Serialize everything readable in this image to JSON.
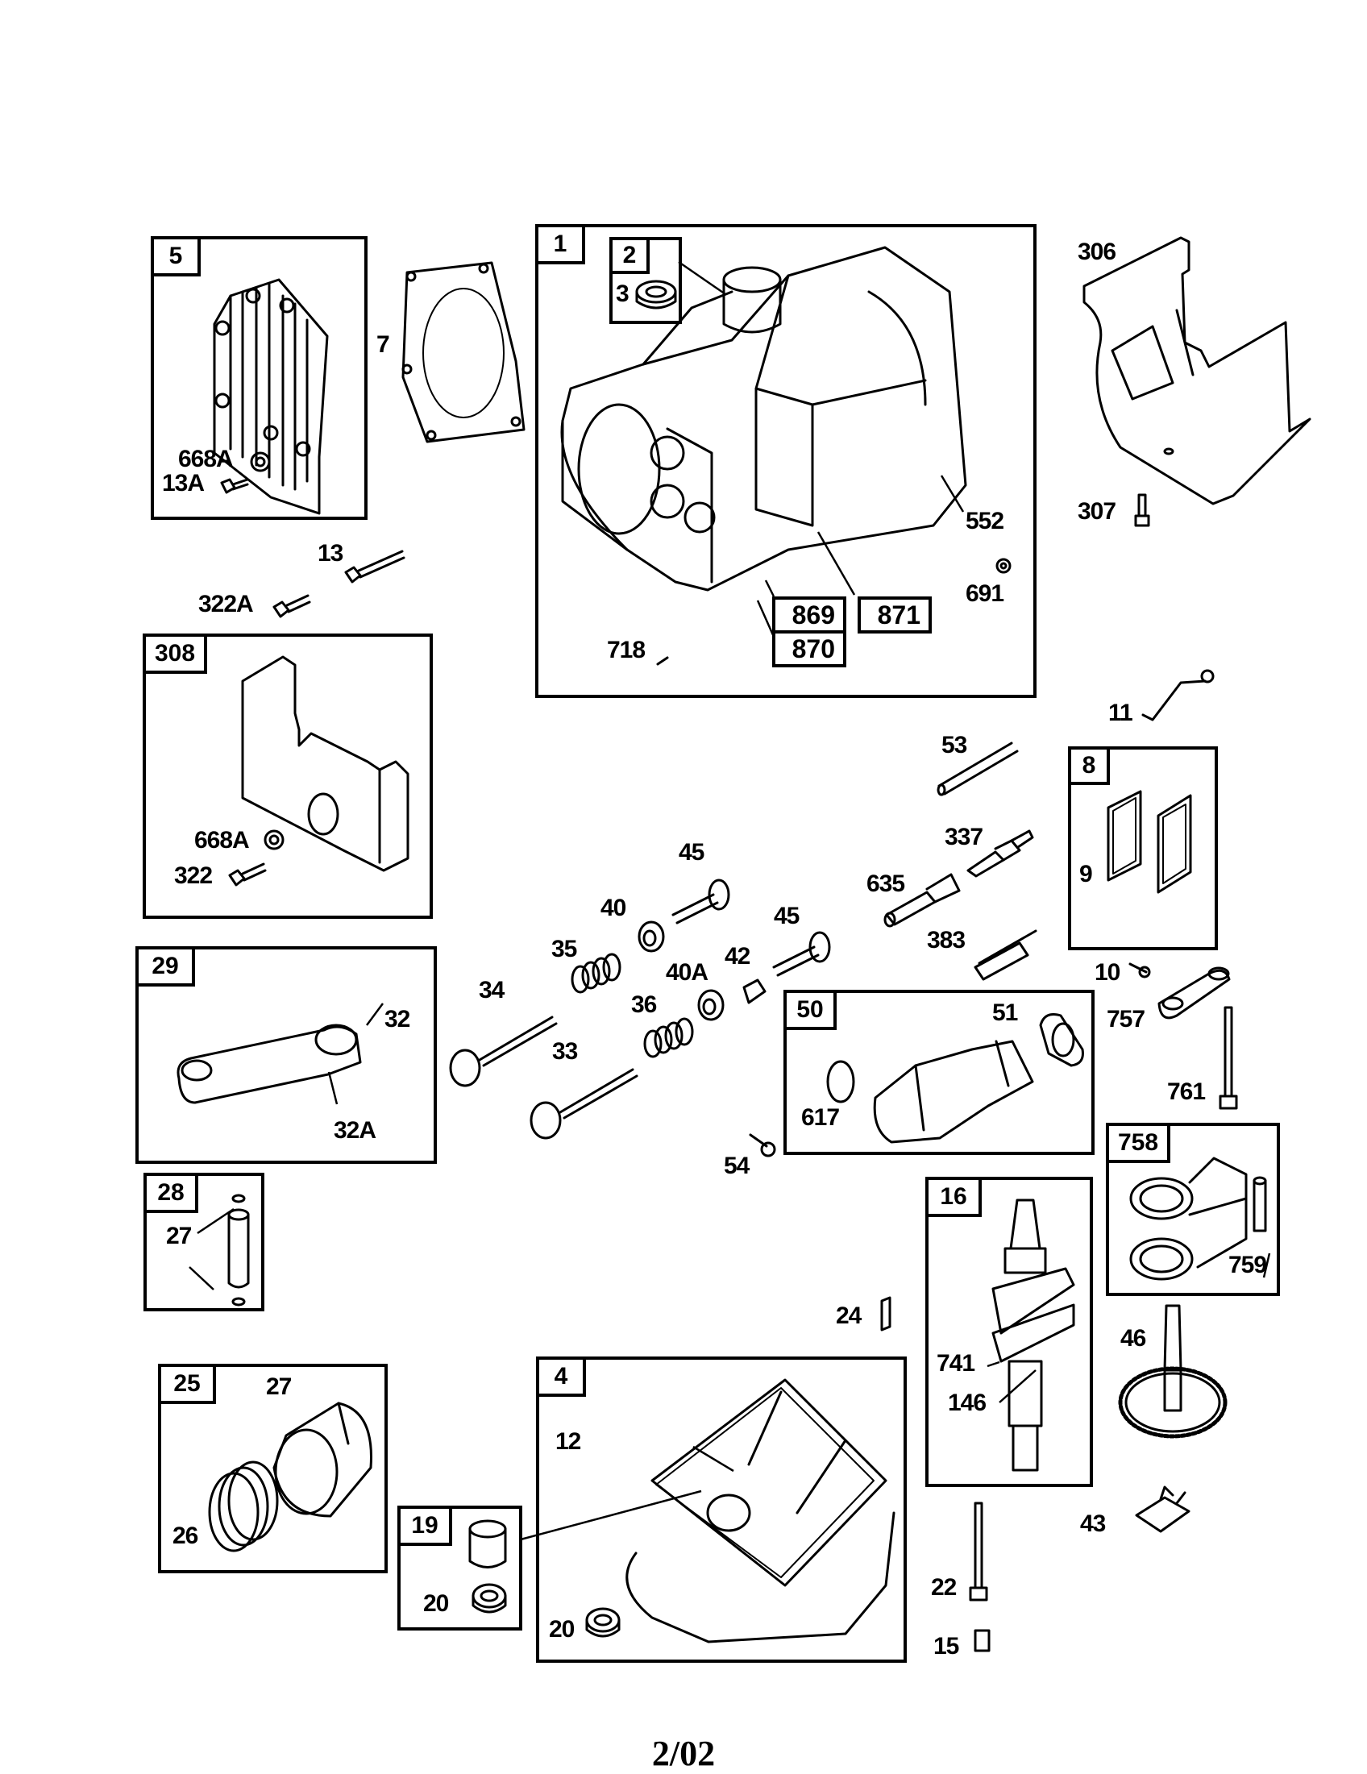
{
  "diagram": {
    "type": "exploded parts diagram",
    "footer": "2/02",
    "groups": [
      {
        "id": "5",
        "parts": [
          "668A",
          "13A"
        ]
      },
      {
        "id": "1",
        "parts": [
          "2",
          "3",
          "552",
          "691",
          "718",
          "869",
          "870",
          "871"
        ]
      },
      {
        "id": "2",
        "parts": [
          "3"
        ]
      },
      {
        "id": "308",
        "parts": [
          "668A",
          "322"
        ]
      },
      {
        "id": "29",
        "parts": [
          "32",
          "32A"
        ]
      },
      {
        "id": "28",
        "parts": [
          "27"
        ]
      },
      {
        "id": "8",
        "parts": [
          "9"
        ]
      },
      {
        "id": "50",
        "parts": [
          "51",
          "617"
        ]
      },
      {
        "id": "758",
        "parts": [
          "759"
        ]
      },
      {
        "id": "16",
        "parts": [
          "741",
          "146"
        ]
      },
      {
        "id": "25",
        "parts": [
          "27",
          "26"
        ]
      },
      {
        "id": "19",
        "parts": [
          "20"
        ]
      },
      {
        "id": "4",
        "parts": [
          "12",
          "20"
        ]
      }
    ],
    "labels": {
      "g5": "5",
      "p668A_a": "668A",
      "p13A": "13A",
      "p7": "7",
      "g1": "1",
      "g2": "2",
      "p3": "3",
      "p552": "552",
      "p691": "691",
      "p718": "718",
      "p869": "869",
      "p870": "870",
      "p871": "871",
      "p306": "306",
      "p307": "307",
      "p13": "13",
      "p322A": "322A",
      "g308": "308",
      "p668A_b": "668A",
      "p322": "322",
      "p11": "11",
      "p53": "53",
      "p337": "337",
      "p635": "635",
      "p383": "383",
      "g8": "8",
      "p9": "9",
      "p10": "10",
      "p757": "757",
      "p761": "761",
      "p45a": "45",
      "p45b": "45",
      "p40": "40",
      "p35": "35",
      "p42": "42",
      "p40A": "40A",
      "p34": "34",
      "p36": "36",
      "p33": "33",
      "g29": "29",
      "p32": "32",
      "p32A": "32A",
      "g50": "50",
      "p51": "51",
      "p617": "617",
      "p54": "54",
      "g28": "28",
      "p27a": "27",
      "g758": "758",
      "p759": "759",
      "g16": "16",
      "p741": "741",
      "p146": "146",
      "p24": "24",
      "p46": "46",
      "p43": "43",
      "p22": "22",
      "p15": "15",
      "g25": "25",
      "p27b": "27",
      "p26": "26",
      "g19": "19",
      "p20a": "20",
      "g4": "4",
      "p12": "12",
      "p20b": "20"
    }
  }
}
